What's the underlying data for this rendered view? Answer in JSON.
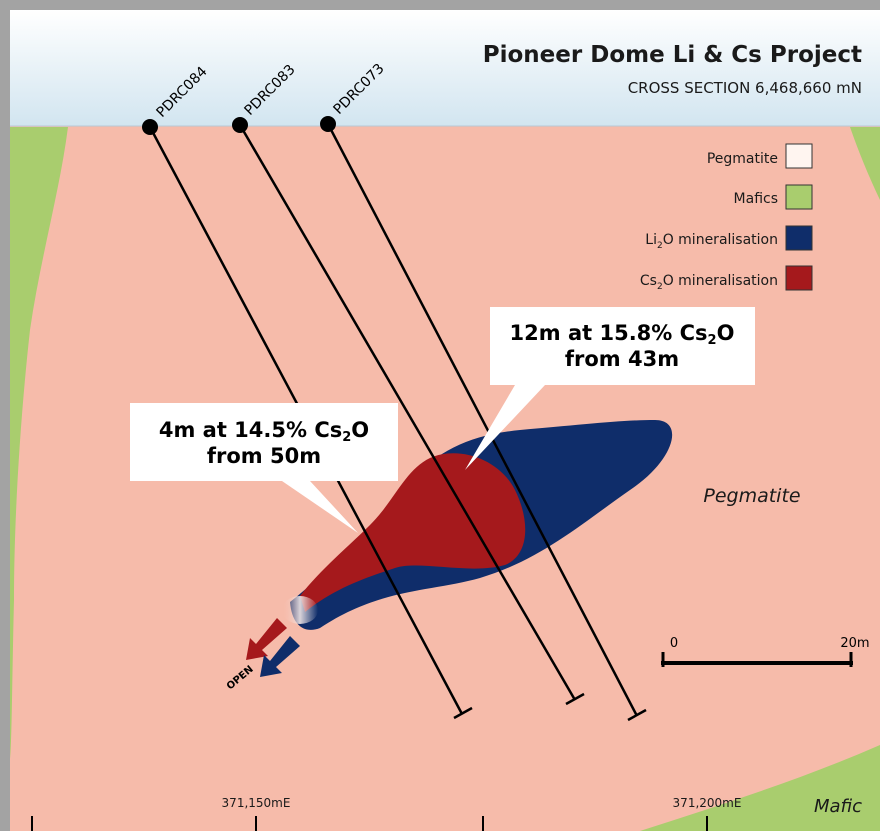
{
  "header": {
    "title": "Pioneer Dome Li & Cs Project",
    "subtitle": "CROSS SECTION 6,468,660 mN"
  },
  "holes": [
    {
      "id": "PDRC084"
    },
    {
      "id": "PDRC083"
    },
    {
      "id": "PDRC073"
    }
  ],
  "legend": {
    "items": [
      {
        "label": "Pegmatite",
        "color": "#fff5f0"
      },
      {
        "label": "Mafics",
        "color": "#a9cd6e"
      },
      {
        "label_main": "Li",
        "label_sub": "2",
        "label_rest": "O mineralisation",
        "color": "#0f2d6a"
      },
      {
        "label_main": "Cs",
        "label_sub": "2",
        "label_rest": "O mineralisation",
        "color": "#a5191c"
      }
    ]
  },
  "callouts": {
    "upper": {
      "line1_pre": "12m at 15.8% Cs",
      "line1_sub": "2",
      "line1_post": "O",
      "line2": "from 43m"
    },
    "lower": {
      "line1_pre": "4m at 14.5% Cs",
      "line1_sub": "2",
      "line1_post": "O",
      "line2": "from 50m"
    }
  },
  "labels": {
    "pegmatite": "Pegmatite",
    "mafic": "Mafic",
    "open": "OPEN"
  },
  "scale": {
    "start": "0",
    "end": "20m"
  },
  "eastings": [
    "371,150mE",
    "371,200mE"
  ],
  "colors": {
    "pegmatite_fill": "#f6bbaa",
    "mafic": "#a9cd6e",
    "sky": "#d4e6f1",
    "li2o": "#0f2d6a",
    "cs2o": "#a5191c",
    "frame": "#9a9a9a"
  }
}
